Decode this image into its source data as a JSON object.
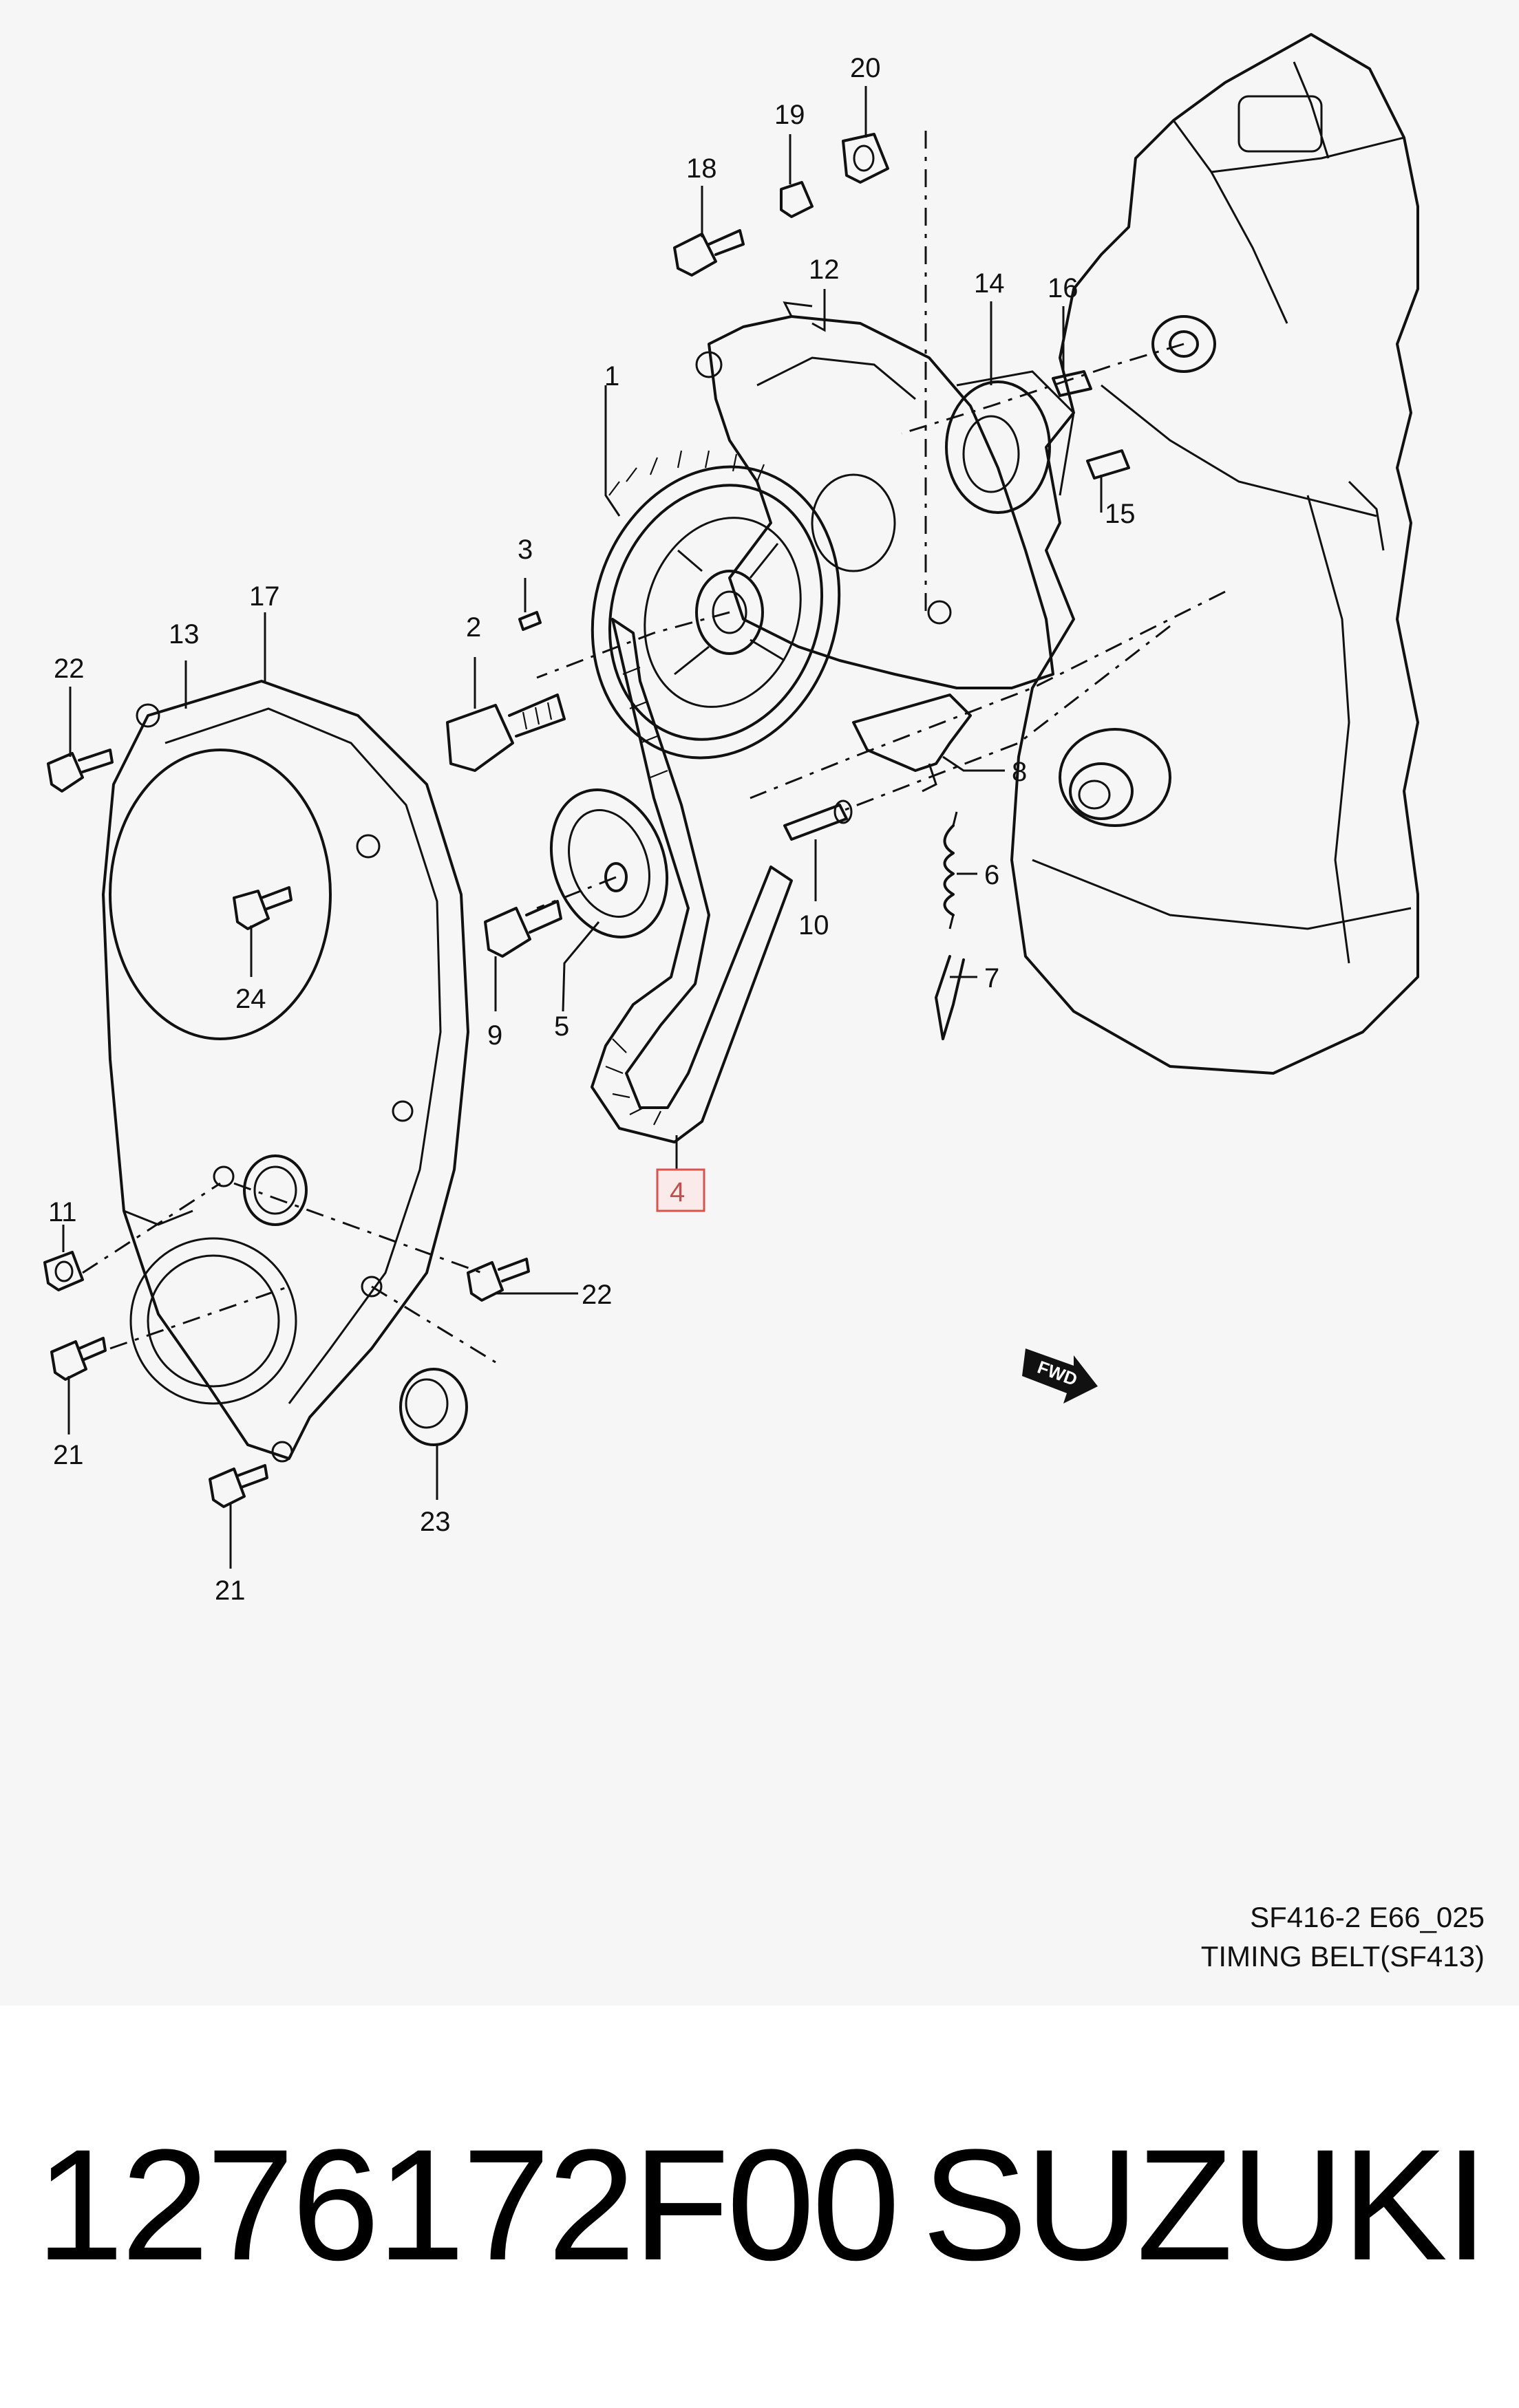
{
  "diagram": {
    "callouts": {
      "c1": "1",
      "c2": "2",
      "c3": "3",
      "c4": "4",
      "c5": "5",
      "c6": "6",
      "c7": "7",
      "c8": "8",
      "c9": "9",
      "c10": "10",
      "c11": "11",
      "c12": "12",
      "c13": "13",
      "c14": "14",
      "c15": "15",
      "c16": "16",
      "c17": "17",
      "c18": "18",
      "c19": "19",
      "c20": "20",
      "c21a": "21",
      "c21b": "21",
      "c22a": "22",
      "c22b": "22",
      "c23": "23",
      "c24": "24"
    },
    "highlighted_callout": "4",
    "highlight_color": "#d9534f",
    "fwd_label": "FWD",
    "caption_code": "SF416-2 E66_025",
    "caption_title": "TIMING BELT(SF413)"
  },
  "footer": {
    "part_number": "1276172F00",
    "brand": "SUZUKI"
  }
}
